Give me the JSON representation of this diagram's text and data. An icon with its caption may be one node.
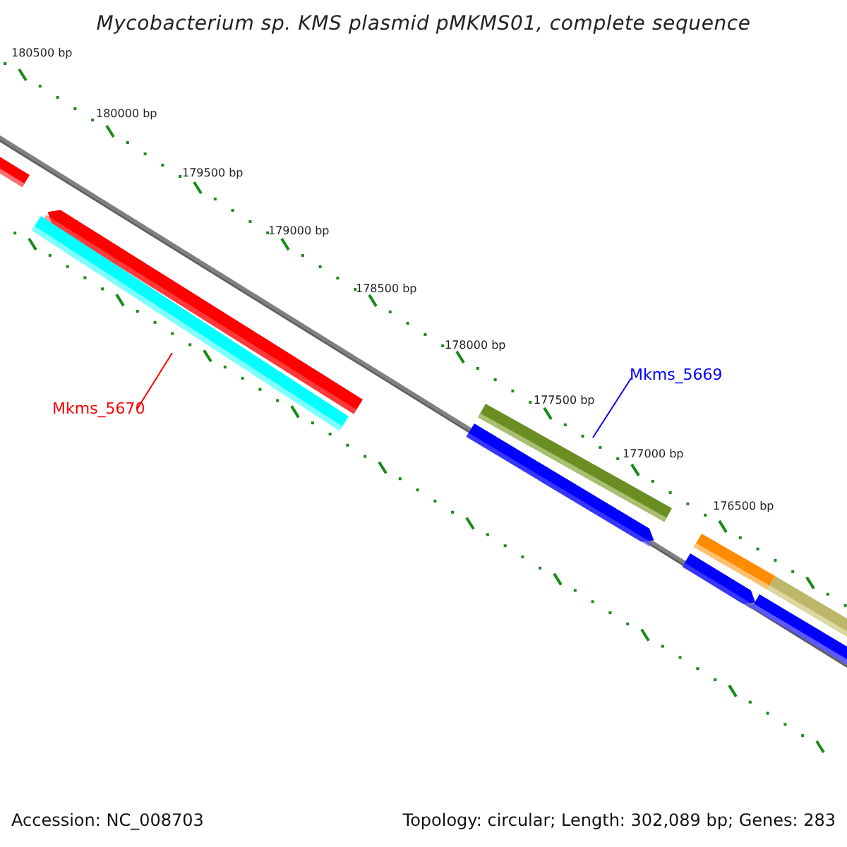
{
  "diagram": {
    "title": "Mycobacterium sp. KMS plasmid pMKMS01, complete sequence",
    "nodes": [
      {
        "text": [
          "Mkms_5670"
        ]
      },
      {
        "text": [
          "Mkms_5669"
        ]
      }
    ],
    "edges": [
      {
        "from": 0,
        "to": null,
        "arrow": "none",
        "color": "#ff0000"
      },
      {
        "from": 1,
        "to": null,
        "arrow": "none",
        "color": "#0000ff"
      }
    ],
    "labels": [
      "180500 bp",
      "180000 bp",
      "179500 bp",
      "179000 bp",
      "178500 bp",
      "178000 bp",
      "177500 bp",
      "177000 bp",
      "176500 bp",
      "Accession: NC_008703",
      "Topology: circular; Length: 302,089 bp; Genes: 283"
    ]
  }
}
